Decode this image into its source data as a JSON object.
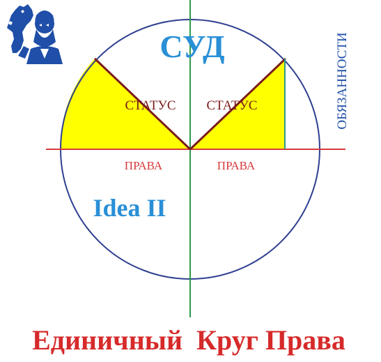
{
  "diagram": {
    "title_top": "СУД",
    "status_left": "СТАТУС",
    "status_right": "СТАТУС",
    "rights_left": "ПРАВА",
    "rights_right": "ПРАВА",
    "brand": "Idea II",
    "vertical_label": "ОБЯЗАННОСТИ",
    "caption": "Единичный  Круг Права"
  },
  "colors": {
    "circle": "#2e3f8f",
    "vertical_axis": "#2a9a4a",
    "horizontal_axis": "#d63a3a",
    "sector_fill": "#ffff00",
    "sector_edge": "#7a1c1c",
    "accent_blue": "#2a8fd6",
    "dark_red": "#7a1c1c",
    "caption_red": "#d62a2a",
    "obligation_blue": "#1f4fa8",
    "logo_blue": "#1f4fa8"
  },
  "icons": {
    "logo": "horse-and-man-logo-icon"
  }
}
